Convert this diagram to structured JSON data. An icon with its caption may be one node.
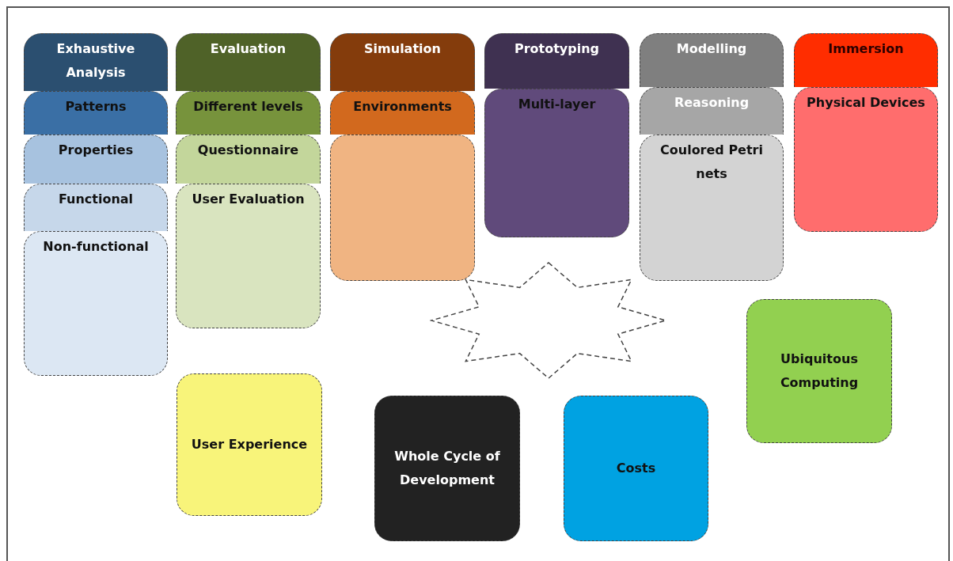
{
  "diagram": {
    "nodes": [
      {
        "text": [
          "Exhaustive Analysis"
        ]
      },
      {
        "text": [
          "Patterns"
        ]
      },
      {
        "text": [
          "Properties"
        ]
      },
      {
        "text": [
          "Functional"
        ]
      },
      {
        "text": [
          "Non-functional"
        ]
      },
      {
        "text": [
          "Evaluation"
        ]
      },
      {
        "text": [
          "Different levels"
        ]
      },
      {
        "text": [
          "Questionnaire"
        ]
      },
      {
        "text": [
          "User Evaluation"
        ]
      },
      {
        "text": [
          "Simulation"
        ]
      },
      {
        "text": [
          "Environments"
        ]
      },
      {
        "text": [],
        "shape": "box"
      },
      {
        "text": [
          "Prototyping"
        ]
      },
      {
        "text": [
          "Multi-layer"
        ]
      },
      {
        "text": [
          "Modelling"
        ]
      },
      {
        "text": [
          "Reasoning"
        ]
      },
      {
        "text": [
          "Coulored Petri nets"
        ]
      },
      {
        "text": [
          "Immersion"
        ]
      },
      {
        "text": [
          "Physical Devices"
        ]
      },
      {
        "text": [],
        "shape": "star"
      },
      {
        "text": [
          "Ubiquitous Computing"
        ]
      },
      {
        "text": [
          "User Experience"
        ]
      },
      {
        "text": [
          "Whole Cycle of Development"
        ]
      },
      {
        "text": [
          "Costs"
        ]
      }
    ]
  }
}
